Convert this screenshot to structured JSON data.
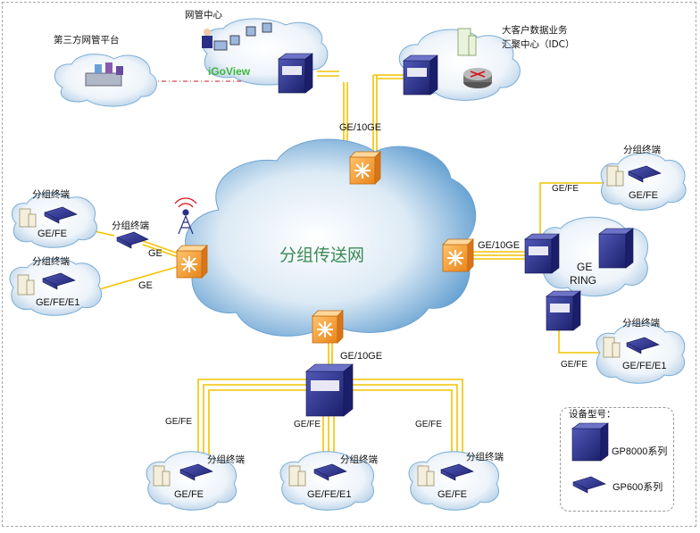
{
  "nms": {
    "center": "网管中心",
    "product": "iGoView",
    "third_party": "第三方网管平台"
  },
  "idc": {
    "line1": "大客户数据业务",
    "line2": "汇聚中心（IDC）"
  },
  "core": {
    "label": "分组传送网"
  },
  "links": {
    "top": "GE/10GE",
    "right": "GE/10GE",
    "bottom": "GE/10GE",
    "ge_upper": "GE",
    "ge_lower": "GE",
    "ring_upper_fe": "GE/FE",
    "ring_lower_fe": "GE/FE",
    "bottom_left": "GE/FE",
    "bottom_mid": "GE/FE",
    "bottom_right": "GE/FE"
  },
  "ring": {
    "line1": "GE",
    "line2": "RING"
  },
  "terminals": [
    {
      "title": "分组终端",
      "service": "GE/FE"
    },
    {
      "title": "分组终端",
      "service": "GE/FE/E1"
    },
    {
      "title": "分组终端",
      "service": ""
    },
    {
      "title": "分组终端",
      "service": "GE/FE"
    },
    {
      "title": "分组终端",
      "service": "GE/FE/E1"
    },
    {
      "title": "分组终端",
      "service": "GE/FE"
    },
    {
      "title": "分组终端",
      "service": "GE/FE/E1"
    },
    {
      "title": "分组终端",
      "service": "GE/FE"
    }
  ],
  "legend": {
    "title": "设备型号：",
    "large": "GP8000系列",
    "small": "GP600系列"
  },
  "colors": {
    "link": "#f2c400",
    "cloud_center": "#ffffff",
    "cloud_edge": "#5b9bd0",
    "device": "#2a2f86",
    "router": "#f39a2a",
    "dashed_link": "#d4141c"
  }
}
